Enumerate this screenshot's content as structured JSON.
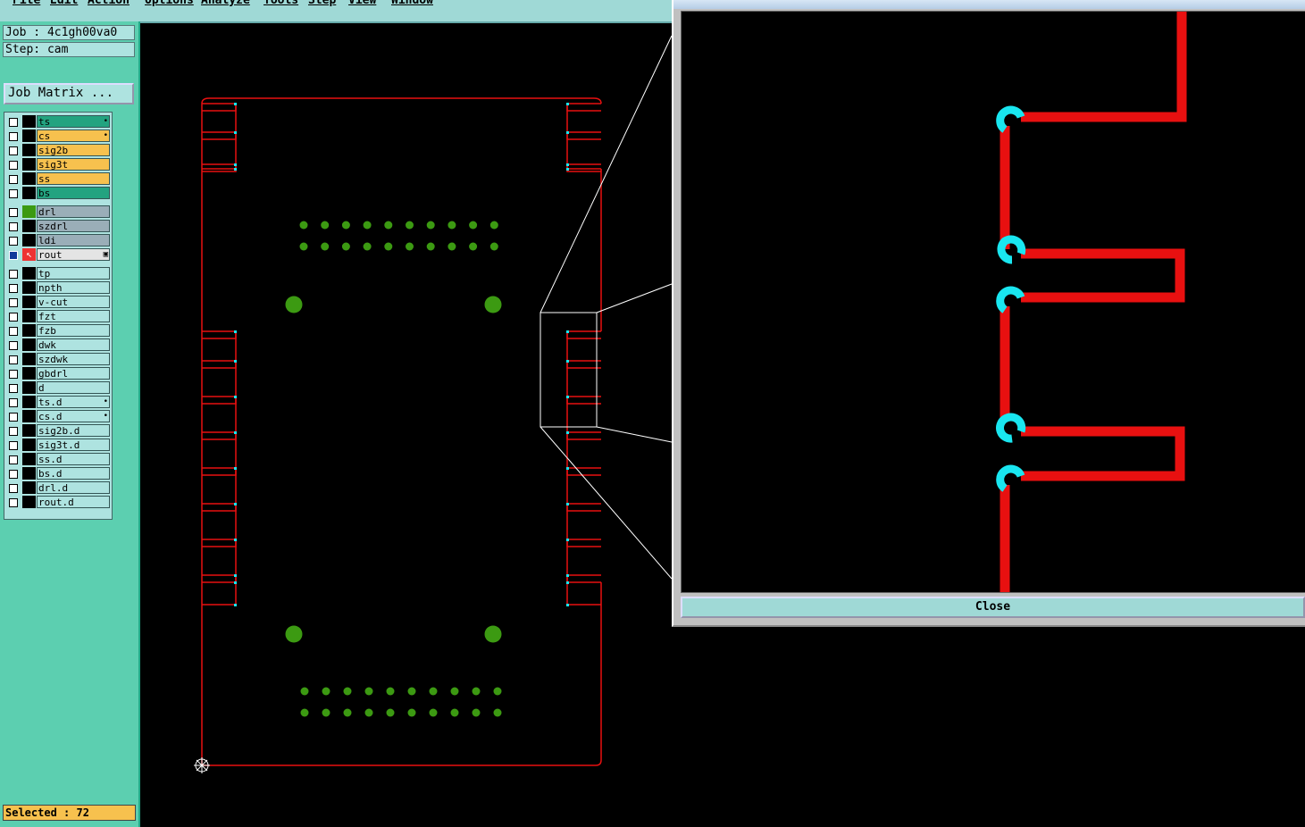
{
  "menu": {
    "items": [
      "File",
      "Edit",
      "Action",
      "Options",
      "Analyze",
      "Tools",
      "Step",
      "View",
      "Window"
    ]
  },
  "job": {
    "job_label": "Job : 4c1gh00va0",
    "step_label": "Step: cam",
    "matrix_button": "Job Matrix ..."
  },
  "layers": [
    {
      "name": "ts",
      "color": "#23a380",
      "mark": "•",
      "cb": "off"
    },
    {
      "name": "cs",
      "color": "#f7c14e",
      "mark": "•",
      "cb": "off"
    },
    {
      "name": "sig2b",
      "color": "#f7c14e",
      "mark": "",
      "cb": "off"
    },
    {
      "name": "sig3t",
      "color": "#f7c14e",
      "mark": "",
      "cb": "off"
    },
    {
      "name": "ss",
      "color": "#f7c14e",
      "mark": "",
      "cb": "off"
    },
    {
      "name": "bs",
      "color": "#23a380",
      "mark": "",
      "cb": "off"
    },
    {
      "name": "drl",
      "color": "#9aaeb8",
      "mark": "",
      "cb": "off"
    },
    {
      "name": "szdrl",
      "color": "#9aaeb8",
      "mark": "",
      "cb": "off"
    },
    {
      "name": "ldi",
      "color": "#9aaeb8",
      "mark": "",
      "cb": "off"
    },
    {
      "name": "rout",
      "color": "#e4e4e4",
      "mark": "▣",
      "cb": "on"
    },
    {
      "name": "tp",
      "color": "#aee3e0",
      "mark": "",
      "cb": "off"
    },
    {
      "name": "npth",
      "color": "#aee3e0",
      "mark": "",
      "cb": "off"
    },
    {
      "name": "v-cut",
      "color": "#aee3e0",
      "mark": "",
      "cb": "off"
    },
    {
      "name": "fzt",
      "color": "#aee3e0",
      "mark": "",
      "cb": "off"
    },
    {
      "name": "fzb",
      "color": "#aee3e0",
      "mark": "",
      "cb": "off"
    },
    {
      "name": "dwk",
      "color": "#aee3e0",
      "mark": "",
      "cb": "off"
    },
    {
      "name": "szdwk",
      "color": "#aee3e0",
      "mark": "",
      "cb": "off"
    },
    {
      "name": "gbdrl",
      "color": "#aee3e0",
      "mark": "",
      "cb": "off"
    },
    {
      "name": "d",
      "color": "#aee3e0",
      "mark": "",
      "cb": "off"
    },
    {
      "name": "ts.d",
      "color": "#aee3e0",
      "mark": "•",
      "cb": "off"
    },
    {
      "name": "cs.d",
      "color": "#aee3e0",
      "mark": "•",
      "cb": "off"
    },
    {
      "name": "sig2b.d",
      "color": "#aee3e0",
      "mark": "",
      "cb": "off"
    },
    {
      "name": "sig3t.d",
      "color": "#aee3e0",
      "mark": "",
      "cb": "off"
    },
    {
      "name": "ss.d",
      "color": "#aee3e0",
      "mark": "",
      "cb": "off"
    },
    {
      "name": "bs.d",
      "color": "#aee3e0",
      "mark": "",
      "cb": "off"
    },
    {
      "name": "drl.d",
      "color": "#aee3e0",
      "mark": "",
      "cb": "off"
    },
    {
      "name": "rout.d",
      "color": "#aee3e0",
      "mark": "",
      "cb": "off"
    }
  ],
  "status": {
    "selected": "Selected : 72"
  },
  "zoom": {
    "close_label": "Close"
  },
  "colors": {
    "rout_line": "#e81010",
    "drill_pad": "#3c9a12",
    "arc_highlight": "#19e6f0",
    "panel_bg": "#5ccfb0"
  }
}
